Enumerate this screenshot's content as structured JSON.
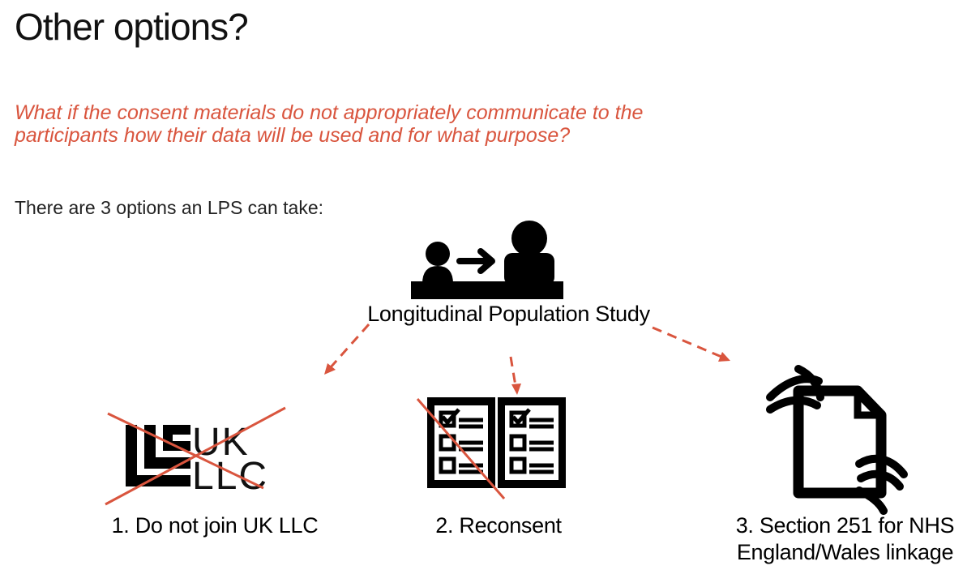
{
  "slide": {
    "title": "Other options?",
    "question": "What if the consent materials do not appropriately communicate to the  participants how their data will be used and for what purpose?",
    "intro": "There are 3 options an LPS can take:"
  },
  "diagram": {
    "center": {
      "label": "Longitudinal Population Study",
      "icon": "person-handover-icon"
    },
    "options": [
      {
        "label": "1. Do not join UK LLC",
        "icon": "uk-llc-logo-crossed"
      },
      {
        "label": "2. Reconsent",
        "icon": "consent-form-icon"
      },
      {
        "label": "3. Section 251 for NHS England/Wales linkage",
        "icon": "document-handover-icon"
      }
    ],
    "logo": {
      "uk": "UK",
      "llc": "LLC"
    },
    "colors": {
      "accent": "#d9553e",
      "ink": "#000000"
    }
  }
}
